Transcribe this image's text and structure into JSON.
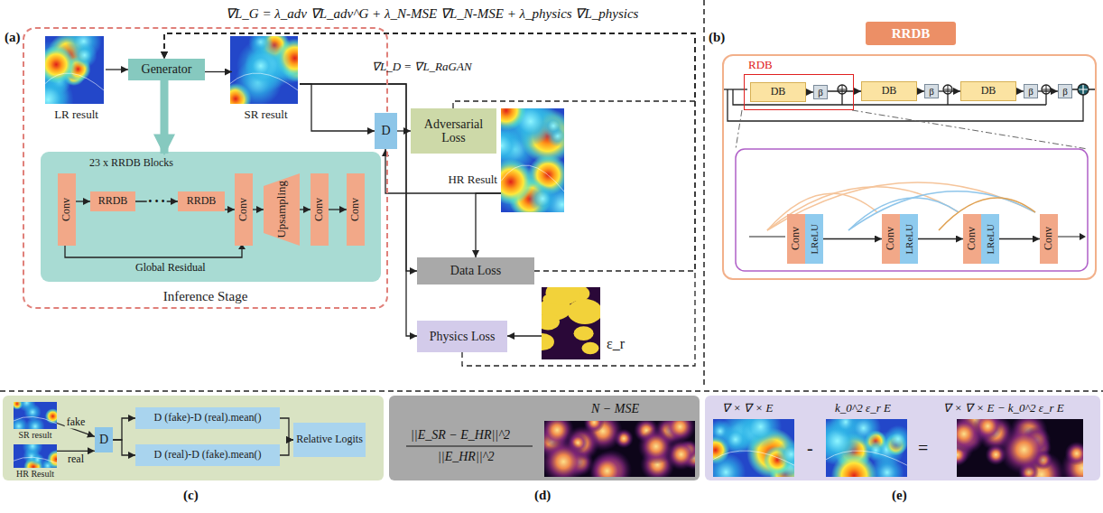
{
  "diagram": {
    "nodes": [
      {
        "text": [
          "Inference Stage"
        ]
      },
      {
        "text": [
          "LR result"
        ],
        "in": 0
      },
      {
        "text": [
          "Generator"
        ],
        "in": 0
      },
      {
        "text": [
          "SR result"
        ],
        "in": 0
      },
      {
        "text": [
          "23 x RRDB Blocks"
        ],
        "in": 0
      },
      {
        "text": [
          "Conv"
        ],
        "in": 4
      },
      {
        "text": [
          "RRDB"
        ],
        "in": 4
      },
      {
        "text": [
          "RRDB"
        ],
        "in": 4
      },
      {
        "text": [
          "Conv"
        ],
        "in": 4
      },
      {
        "text": [
          "Upsampling"
        ],
        "in": 4
      },
      {
        "text": [
          "Conv"
        ],
        "in": 4
      },
      {
        "text": [
          "Conv"
        ],
        "in": 4
      },
      {
        "text": [
          "D"
        ]
      },
      {
        "text": [
          "Adversarial Loss"
        ]
      },
      {
        "text": [
          "HR Result"
        ]
      },
      {
        "text": [
          "Data Loss"
        ]
      },
      {
        "text": [
          "ε_r"
        ]
      },
      {
        "text": [
          "Physics Loss"
        ]
      },
      {
        "text": [
          "RRDB"
        ]
      },
      {
        "text": [
          "RDB"
        ],
        "in": 18
      },
      {
        "text": [
          "DB"
        ],
        "in": 19
      },
      {
        "text": [
          "β"
        ],
        "in": 19
      },
      {
        "text": [
          "DB"
        ],
        "in": 18
      },
      {
        "text": [
          "β"
        ],
        "in": 18
      },
      {
        "text": [
          "DB"
        ],
        "in": 18
      },
      {
        "text": [
          "β"
        ],
        "in": 18
      },
      {
        "text": [
          "β"
        ],
        "in": 18
      },
      {
        "text": [
          "Conv"
        ],
        "in": 18
      },
      {
        "text": [
          "LReLU"
        ],
        "in": 18
      },
      {
        "text": [
          "Conv"
        ],
        "in": 18
      },
      {
        "text": [
          "LReLU"
        ],
        "in": 18
      },
      {
        "text": [
          "Conv"
        ],
        "in": 18
      },
      {
        "text": [
          "LReLU"
        ],
        "in": 18
      },
      {
        "text": [
          "Conv"
        ],
        "in": 18
      },
      {
        "text": [
          "SR result"
        ]
      },
      {
        "text": [
          "HR Result"
        ]
      },
      {
        "text": [
          "D"
        ]
      },
      {
        "text": [
          "D (fake)-D (real).mean()"
        ]
      },
      {
        "text": [
          "D (real)-D (fake).mean()"
        ]
      },
      {
        "text": [
          "Relative Logits"
        ]
      }
    ],
    "edges": [
      {
        "from": 1,
        "to": 2,
        "arrow": "to"
      },
      {
        "from": 2,
        "to": 3,
        "arrow": "to"
      },
      {
        "from": 2,
        "to": 4,
        "arrow": "to"
      },
      {
        "from": 5,
        "to": 6,
        "arrow": "to"
      },
      {
        "from": 6,
        "to": 7,
        "label": "• • •",
        "arrow": "to"
      },
      {
        "from": 7,
        "to": 8,
        "arrow": "to"
      },
      {
        "from": 8,
        "to": 9,
        "arrow": "to"
      },
      {
        "from": 9,
        "to": 10,
        "arrow": "to"
      },
      {
        "from": 10,
        "to": 11,
        "arrow": "to"
      },
      {
        "from": 3,
        "to": 12,
        "arrow": "to"
      },
      {
        "from": 12,
        "to": 13,
        "arrow": "to"
      },
      {
        "from": 14,
        "to": 12,
        "arrow": "to"
      },
      {
        "from": 14,
        "to": 15,
        "arrow": "to"
      },
      {
        "from": 3,
        "to": 15,
        "arrow": "to"
      },
      {
        "from": 3,
        "to": 17,
        "arrow": "to"
      },
      {
        "from": 16,
        "to": 17,
        "arrow": "to"
      },
      {
        "from": 13,
        "to": 2,
        "arrow": "to"
      },
      {
        "from": 15,
        "to": 2,
        "arrow": "to"
      },
      {
        "from": 17,
        "to": 2,
        "arrow": "to"
      },
      {
        "from": 20,
        "to": 21,
        "arrow": "to"
      },
      {
        "from": 21,
        "to": 22,
        "arrow": "to"
      },
      {
        "from": 22,
        "to": 23,
        "arrow": "to"
      },
      {
        "from": 23,
        "to": 24,
        "arrow": "to"
      },
      {
        "from": 24,
        "to": 25,
        "arrow": "to"
      },
      {
        "from": 25,
        "to": 26,
        "arrow": "to"
      },
      {
        "from": 28,
        "to": 29,
        "arrow": "to"
      },
      {
        "from": 30,
        "to": 31,
        "arrow": "to"
      },
      {
        "from": 32,
        "to": 33,
        "arrow": "to"
      },
      {
        "from": 34,
        "to": 36,
        "label": "fake",
        "arrow": "to"
      },
      {
        "from": 35,
        "to": 36,
        "label": "real",
        "arrow": "to"
      },
      {
        "from": 36,
        "to": 37,
        "arrow": "to"
      },
      {
        "from": 36,
        "to": 38,
        "arrow": "to"
      },
      {
        "from": 37,
        "to": 39,
        "arrow": "to"
      },
      {
        "from": 38,
        "to": 39,
        "arrow": "to"
      }
    ],
    "labels": [
      "∇L_G = λ_adv ∇L_adv^G + λ_N-MSE ∇L_N-MSE + λ_physics ∇L_physics",
      "(a)",
      "∇L_D = ∇L_RaGAN",
      "Global Residual",
      "(b)",
      "(c)",
      "(d)",
      "(e)",
      "N − MSE",
      "||E_SR − E_HR||^2",
      "||E_HR||^2",
      "∇ × ∇ × E",
      "k_0^2 ε_r E",
      "-",
      "=",
      "∇ × ∇ × E − k_0^2 ε_r E"
    ]
  }
}
